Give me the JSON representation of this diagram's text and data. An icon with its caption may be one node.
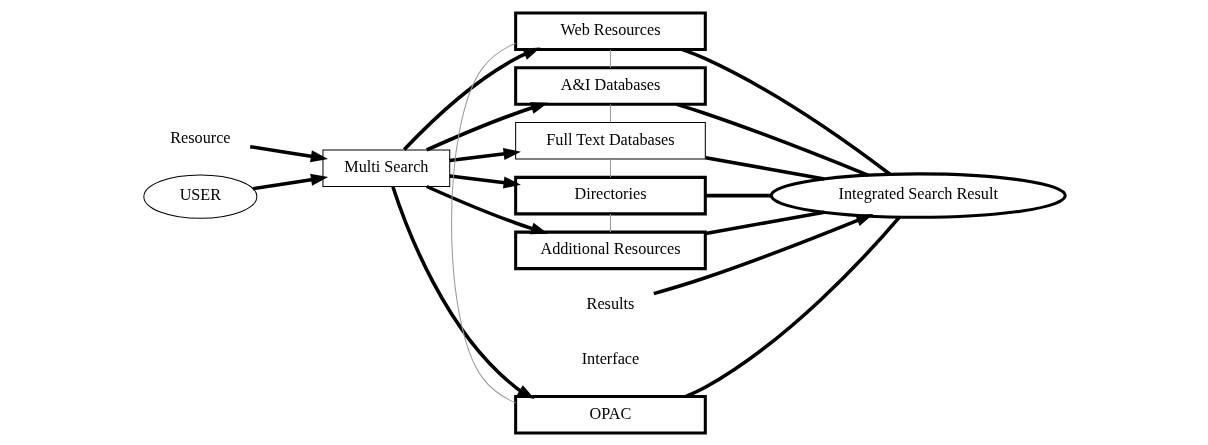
{
  "diagram": {
    "nodes": [
      {
        "text": [
          "Resource"
        ]
      },
      {
        "text": [
          "Results"
        ]
      },
      {
        "text": [
          "USER"
        ]
      },
      {
        "text": [
          "Multi Search"
        ]
      },
      {
        "text": [
          "OPAC"
        ]
      },
      {
        "text": [
          "Web Resources"
        ]
      },
      {
        "text": [
          "A&I Databases"
        ]
      },
      {
        "text": [
          "Full Text Databases"
        ]
      },
      {
        "text": [
          "Directories"
        ]
      },
      {
        "text": [
          "Additional Resources"
        ]
      },
      {
        "text": [
          "Integrated Search Result"
        ]
      }
    ],
    "edges": [
      {
        "from": 0,
        "to": 3,
        "arrow": "to"
      },
      {
        "from": 1,
        "to": 10,
        "arrow": "to"
      },
      {
        "from": 2,
        "to": 3,
        "arrow": "to"
      },
      {
        "from": 3,
        "to": 4,
        "arrow": "to"
      },
      {
        "from": 3,
        "to": 5,
        "arrow": "to"
      },
      {
        "from": 3,
        "to": 6,
        "arrow": "to"
      },
      {
        "from": 3,
        "to": 7,
        "arrow": "to"
      },
      {
        "from": 3,
        "to": 8,
        "arrow": "to"
      },
      {
        "from": 3,
        "to": 9,
        "arrow": "to"
      },
      {
        "from": 4,
        "to": 10,
        "arrow": "none"
      },
      {
        "from": 5,
        "to": 10,
        "arrow": "none"
      },
      {
        "from": 6,
        "to": 10,
        "arrow": "none"
      },
      {
        "from": 7,
        "to": 10,
        "arrow": "none"
      },
      {
        "from": 8,
        "to": 10,
        "arrow": "none"
      },
      {
        "from": 9,
        "to": 10,
        "arrow": "none"
      },
      {
        "from": 4,
        "to": 5,
        "arrow": "none",
        "color": "#999999"
      },
      {
        "from": 5,
        "to": 6,
        "arrow": "none",
        "color": "#999999"
      },
      {
        "from": 6,
        "to": 7,
        "arrow": "none",
        "color": "#999999"
      },
      {
        "from": 7,
        "to": 8,
        "arrow": "none",
        "color": "#999999"
      },
      {
        "from": 8,
        "to": 9,
        "arrow": "none",
        "color": "#999999"
      }
    ],
    "labels": [
      "Interface"
    ]
  }
}
